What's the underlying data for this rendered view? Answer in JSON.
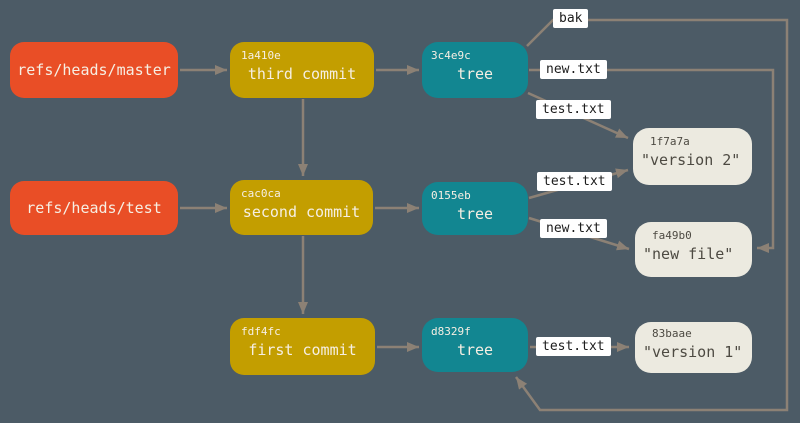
{
  "diagram": "git-object-model",
  "colors": {
    "background": "#4C5B66",
    "ref_box": "#E94E26",
    "commit_box": "#C39E00",
    "tree_box": "#128691",
    "blob_box": "#ECEAE0",
    "edge_line": "#8C8175",
    "edge_label_bg": "#FFFFFF",
    "edge_label_text": "#1C1C1C",
    "box_text_light": "#F6EFE3",
    "blob_text": "#4D4A42"
  },
  "refs": [
    {
      "label": "refs/heads/master"
    },
    {
      "label": "refs/heads/test"
    }
  ],
  "commits": [
    {
      "hash": "1a410e",
      "label": "third commit"
    },
    {
      "hash": "cac0ca",
      "label": "second commit"
    },
    {
      "hash": "fdf4fc",
      "label": "first commit"
    }
  ],
  "trees": [
    {
      "hash": "3c4e9c",
      "label": "tree"
    },
    {
      "hash": "0155eb",
      "label": "tree"
    },
    {
      "hash": "d8329f",
      "label": "tree"
    }
  ],
  "blobs": [
    {
      "hash": "1f7a7a",
      "label": "\"version 2\""
    },
    {
      "hash": "fa49b0",
      "label": "\"new file\""
    },
    {
      "hash": "83baae",
      "label": "\"version 1\""
    }
  ],
  "edge_labels": {
    "bak": "bak",
    "new_txt_top": "new.txt",
    "test_txt_top": "test.txt",
    "test_txt_mid": "test.txt",
    "new_txt_mid": "new.txt",
    "test_txt_bottom": "test.txt"
  }
}
